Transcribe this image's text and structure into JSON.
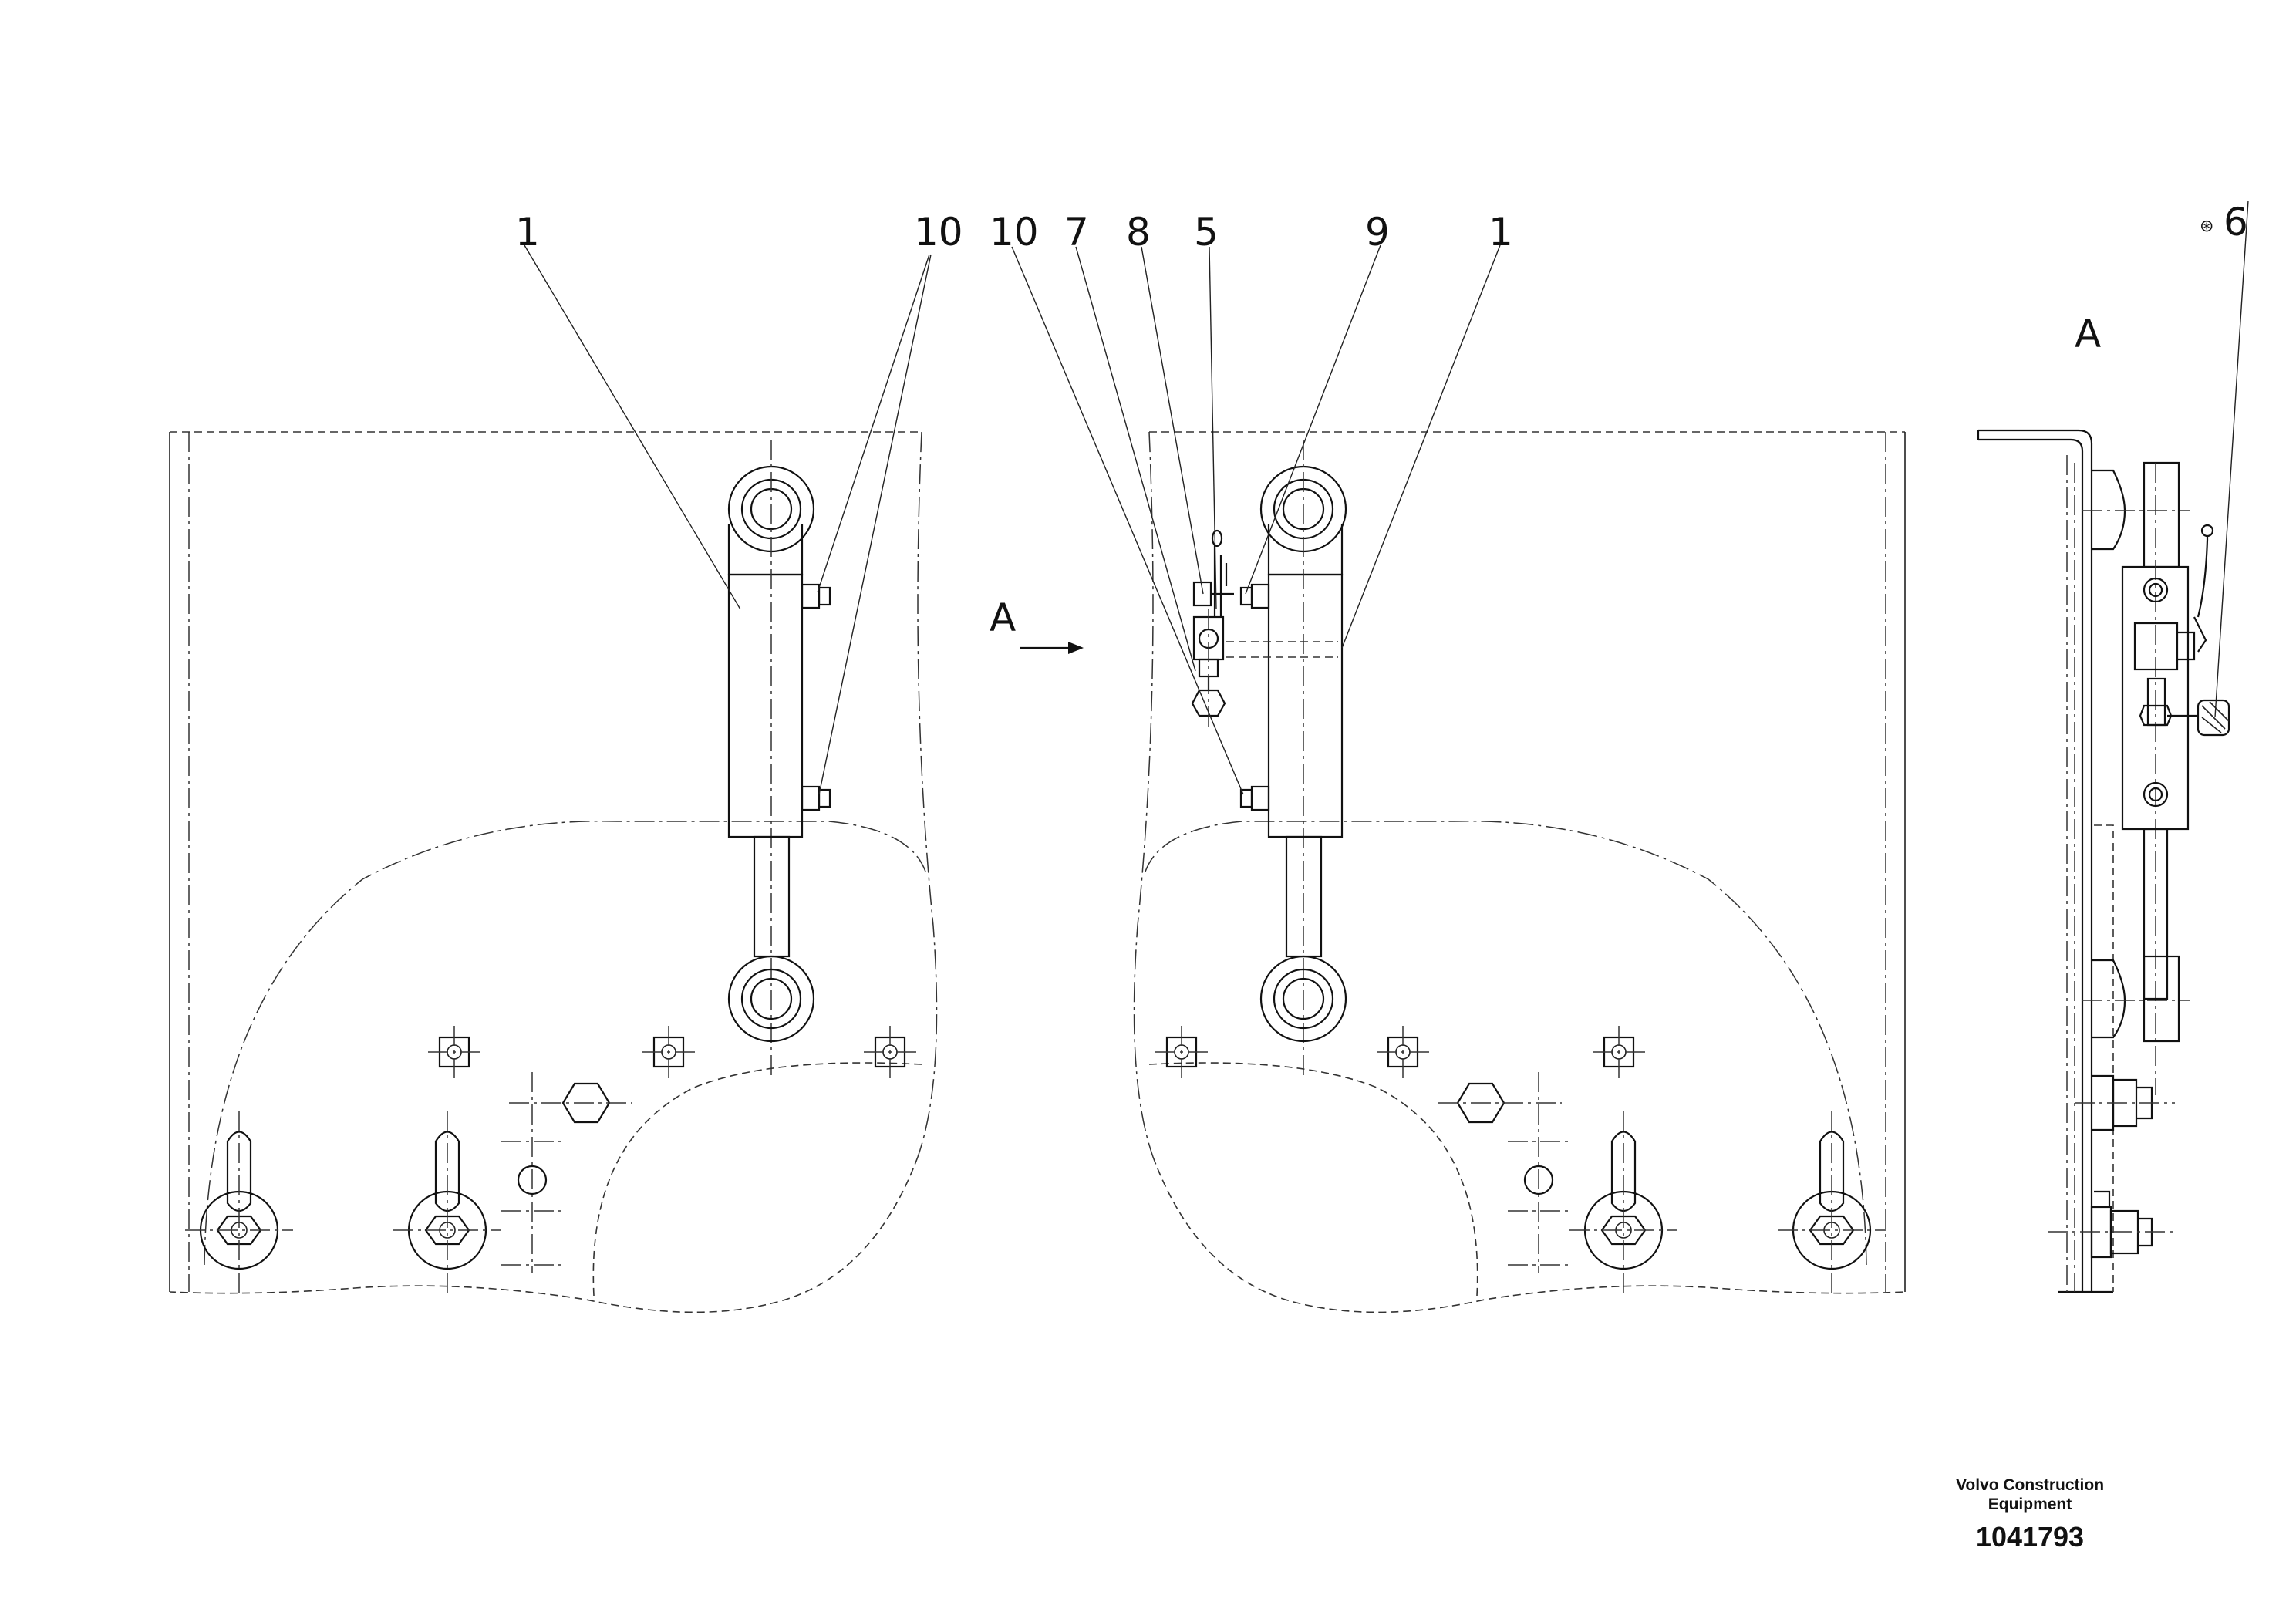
{
  "callouts": {
    "left_1": "1",
    "left_10": "10",
    "mid_10": "10",
    "mid_7": "7",
    "mid_8": "8",
    "mid_5": "5",
    "mid_9": "9",
    "mid_1": "1",
    "right_6": "6",
    "right_6_mark": "⊛"
  },
  "view_labels": {
    "arrow_label": "A",
    "section_label": "A"
  },
  "title_block": {
    "company_line1": "Volvo Construction",
    "company_line2": "Equipment",
    "document_number": "1041793"
  }
}
